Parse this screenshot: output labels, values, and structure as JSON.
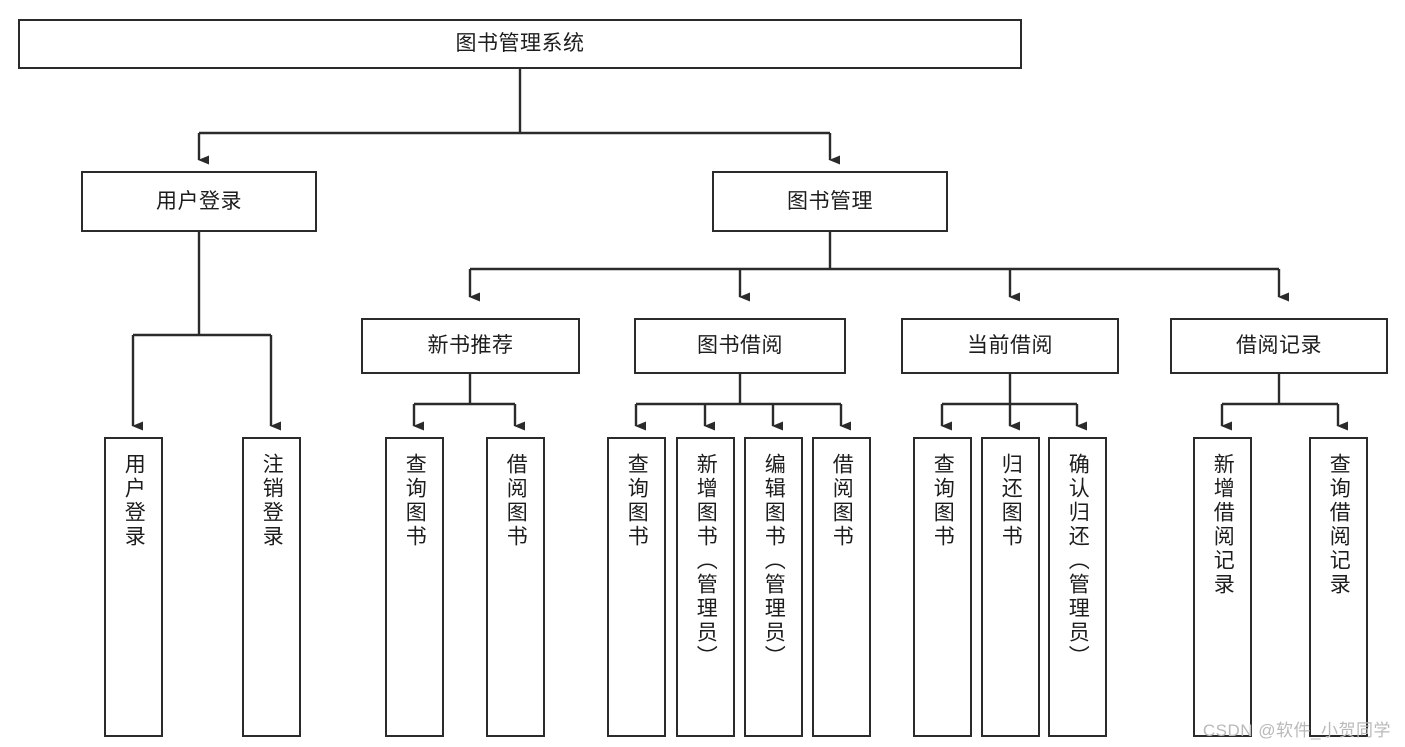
{
  "diagram": {
    "title": "图书管理系统",
    "type": "tree-hierarchy-flowchart",
    "root": {
      "label": "图书管理系统"
    },
    "level2": [
      {
        "label": "用户登录"
      },
      {
        "label": "图书管理"
      }
    ],
    "level3": [
      {
        "label": "新书推荐"
      },
      {
        "label": "图书借阅"
      },
      {
        "label": "当前借阅"
      },
      {
        "label": "借阅记录"
      }
    ],
    "leaves": {
      "user_login": [
        {
          "label": "用户登录"
        },
        {
          "label": "注销登录"
        }
      ],
      "new_book_recommend": [
        {
          "label": "查询图书"
        },
        {
          "label": "借阅图书"
        }
      ],
      "book_borrow": [
        {
          "label": "查询图书"
        },
        {
          "label": "新增图书（管理员）"
        },
        {
          "label": "编辑图书（管理员）"
        },
        {
          "label": "借阅图书"
        }
      ],
      "current_borrow": [
        {
          "label": "查询图书"
        },
        {
          "label": "归还图书"
        },
        {
          "label": "确认归还（管理员）"
        }
      ],
      "borrow_record": [
        {
          "label": "新增借阅记录"
        },
        {
          "label": "查询借阅记录"
        }
      ]
    }
  },
  "watermark": {
    "text": "CSDN @软件_小贺同学"
  },
  "colors": {
    "stroke": "#2b2b2b",
    "fill": "#ffffff",
    "text": "#1d1d1d",
    "watermark": "#b9b9b9"
  }
}
